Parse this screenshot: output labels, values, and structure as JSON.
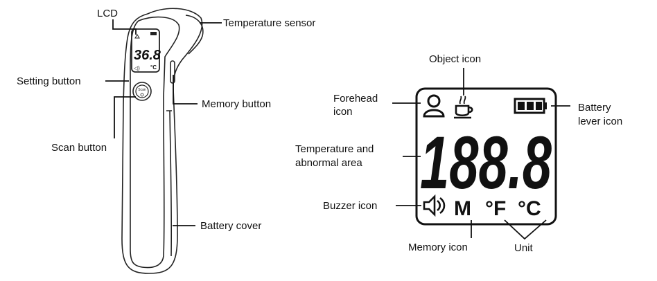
{
  "thermometer": {
    "screen_reading": "36.8",
    "screen_unit": "°C",
    "scan_button_text": "Scan"
  },
  "labels": {
    "lcd": "LCD",
    "temperature_sensor": "Temperature sensor",
    "setting_button": "Setting button",
    "memory_button": "Memory button",
    "scan_button": "Scan button",
    "battery_cover": "Battery cover",
    "object_icon": "Object icon",
    "forehead_icon_line1": "Forehead",
    "forehead_icon_line2": "icon",
    "battery_lever_icon_line1": "Battery",
    "battery_lever_icon_line2": "lever icon",
    "temperature_area_line1": "Temperature and",
    "temperature_area_line2": "abnormal area",
    "buzzer_icon": "Buzzer icon",
    "memory_icon": "Memory icon",
    "unit": "Unit"
  },
  "lcd_panel": {
    "digits": "188.8",
    "memory_symbol": "M",
    "fahrenheit_symbol": "°F",
    "celsius_symbol": "°C"
  }
}
